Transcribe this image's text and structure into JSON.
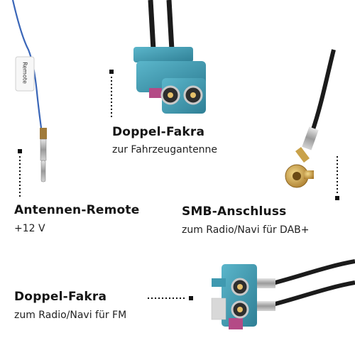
{
  "labels": {
    "remote_tag": "Remote",
    "top_fakra_title": "Doppel-Fakra",
    "top_fakra_sub": "zur Fahrzeugantenne",
    "remote_title": "Antennen-Remote",
    "remote_sub": "+12 V",
    "smb_title": "SMB-Anschluss",
    "smb_sub": "zum Radio/Navi für DAB+",
    "bottom_fakra_title": "Doppel-Fakra",
    "bottom_fakra_sub": "zum Radio/Navi für FM"
  },
  "colors": {
    "background": "#ffffff",
    "fakra_housing": "#3f99b0",
    "fakra_accent": "#b44a86",
    "cable_black": "#1b1b1b",
    "remote_wire_blue": "#3a66b8",
    "smb_gold": "#c9a24a"
  }
}
